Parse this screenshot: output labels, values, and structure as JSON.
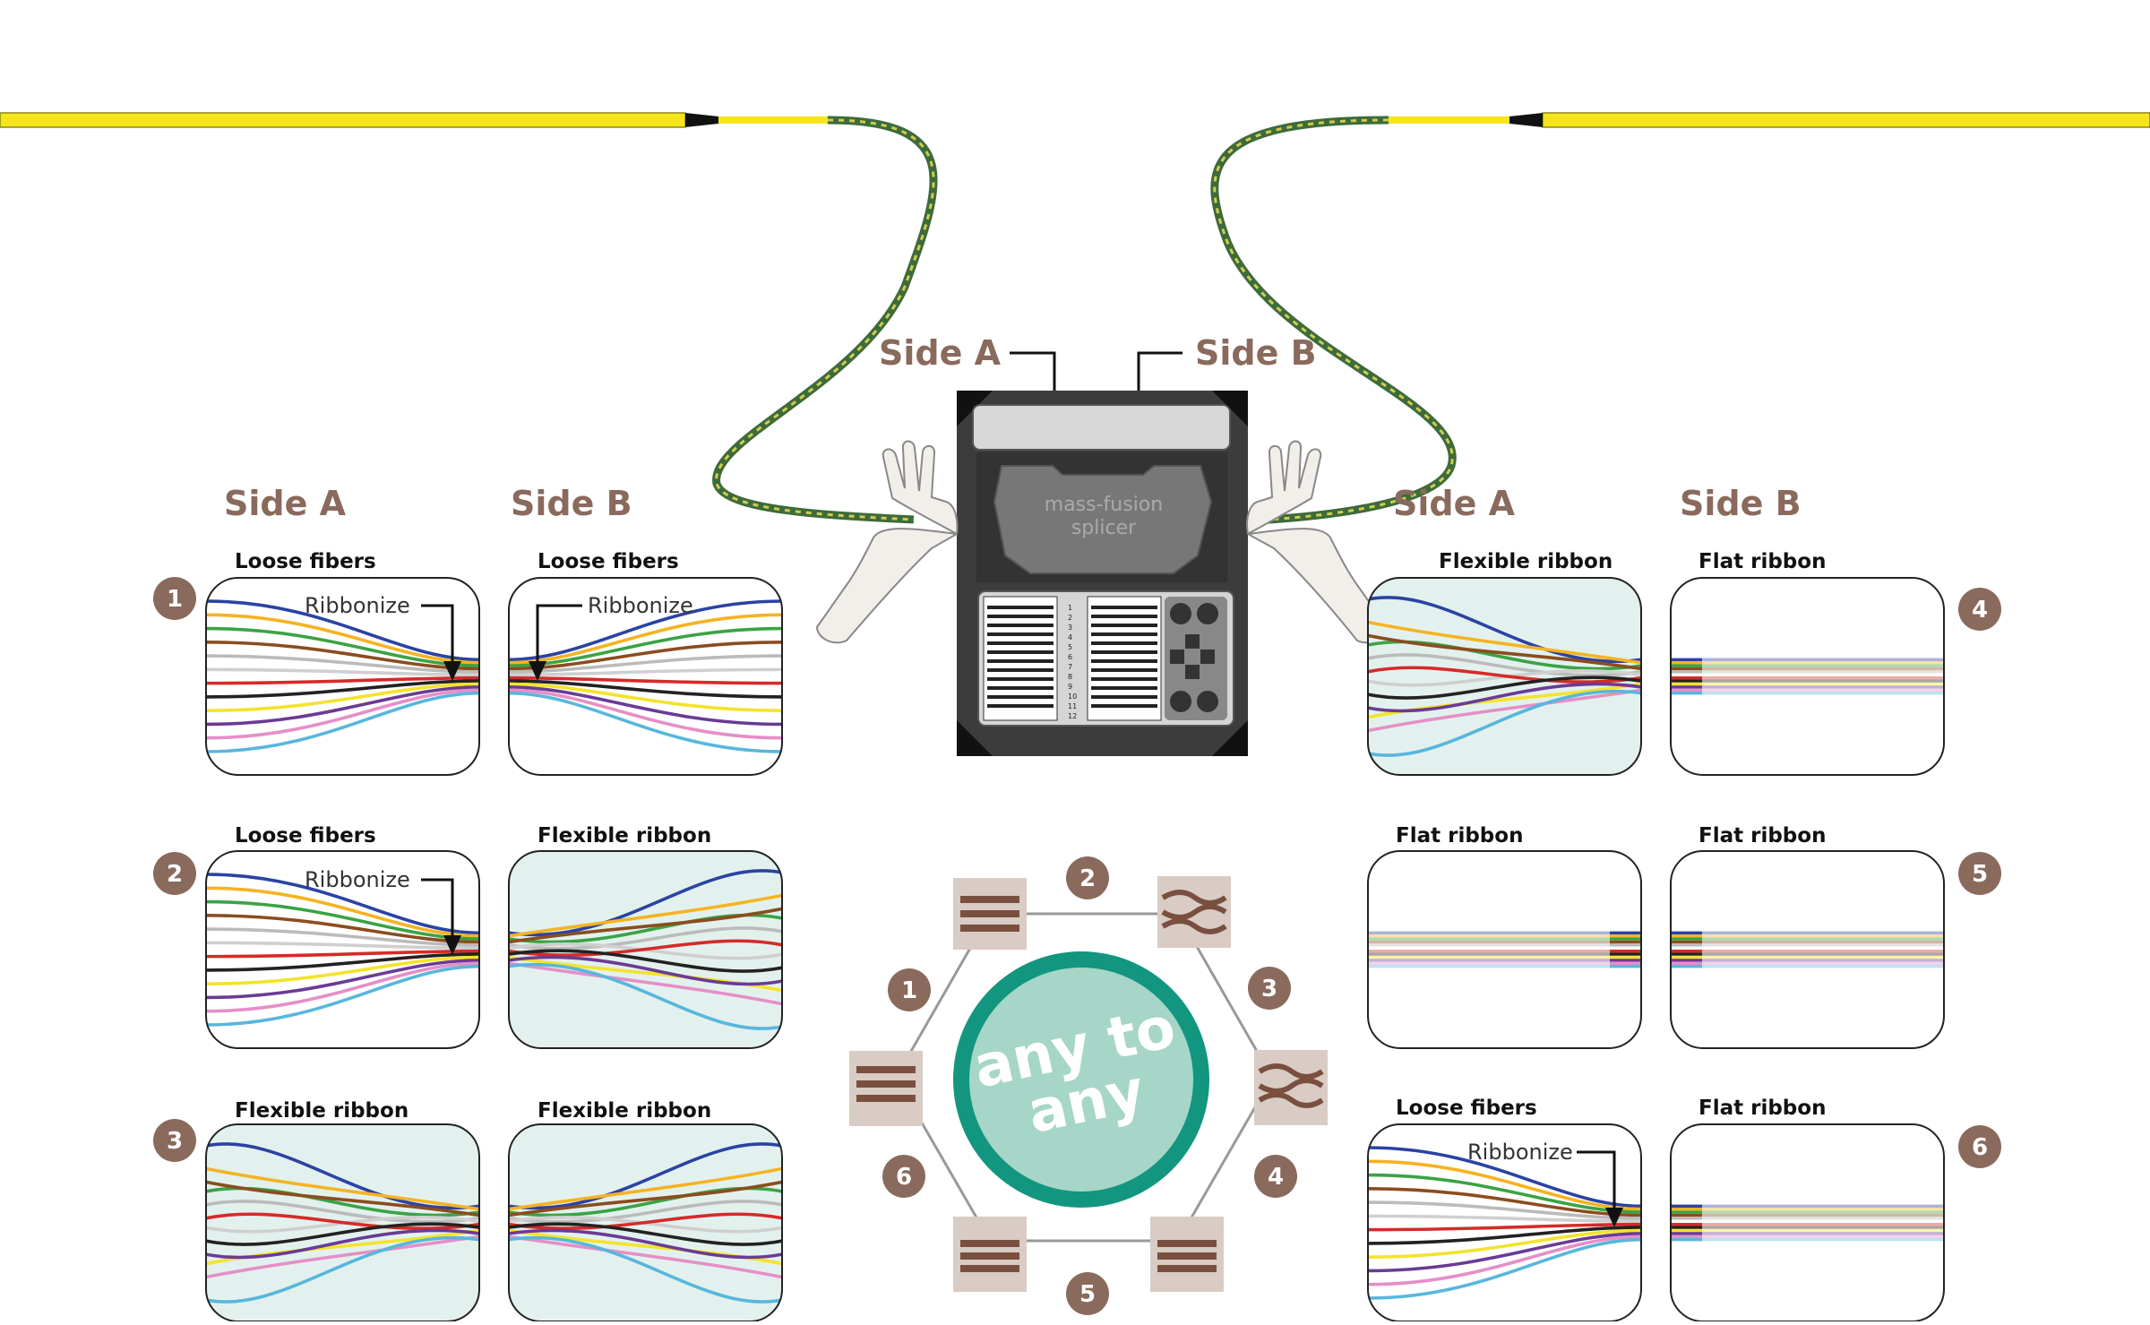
{
  "title": {
    "side_a": "Side A",
    "side_b": "Side B"
  },
  "splicer": {
    "screen_text_1": "mass-fusion",
    "screen_text_2": "splicer",
    "slot_labels": [
      "1",
      "2",
      "3",
      "4",
      "5",
      "6",
      "7",
      "8",
      "9",
      "10",
      "11",
      "12"
    ]
  },
  "left_columns": {
    "side_a": "Side A",
    "side_b": "Side B"
  },
  "right_columns": {
    "side_a": "Side A",
    "side_b": "Side B"
  },
  "combos": [
    {
      "number": "1",
      "side_a": "Loose fibers",
      "side_b": "Loose fibers",
      "action": "Ribbonize"
    },
    {
      "number": "2",
      "side_a": "Loose fibers",
      "side_b": "Flexible ribbon",
      "action": "Ribbonize"
    },
    {
      "number": "3",
      "side_a": "Flexible ribbon",
      "side_b": "Flexible ribbon"
    },
    {
      "number": "4",
      "side_a": "Flexible ribbon",
      "side_b": "Flat ribbon"
    },
    {
      "number": "5",
      "side_a": "Flat ribbon",
      "side_b": "Flat ribbon"
    },
    {
      "number": "6",
      "side_a": "Loose fibers",
      "side_b": "Flat ribbon",
      "action": "Ribbonize"
    }
  ],
  "hub": {
    "text_line1": "any to",
    "text_line2": "any",
    "nodes": [
      "1",
      "2",
      "3",
      "4",
      "5",
      "6"
    ]
  },
  "colors": {
    "accent_brown": "#8a6a5c",
    "teal_ring": "#12967f",
    "teal_fill": "#a6d6c7",
    "cable_yellow": "#f6e51c",
    "ribbon_bg": "#e3f1ee",
    "fiber_colors": [
      "#2a43a3",
      "#f5b322",
      "#3aa344",
      "#8b4d1f",
      "#bbbbbb",
      "#ffffff",
      "#d62a28",
      "#222222",
      "#f4e32a",
      "#6a3b95",
      "#e58fc8",
      "#57b7dc"
    ]
  }
}
